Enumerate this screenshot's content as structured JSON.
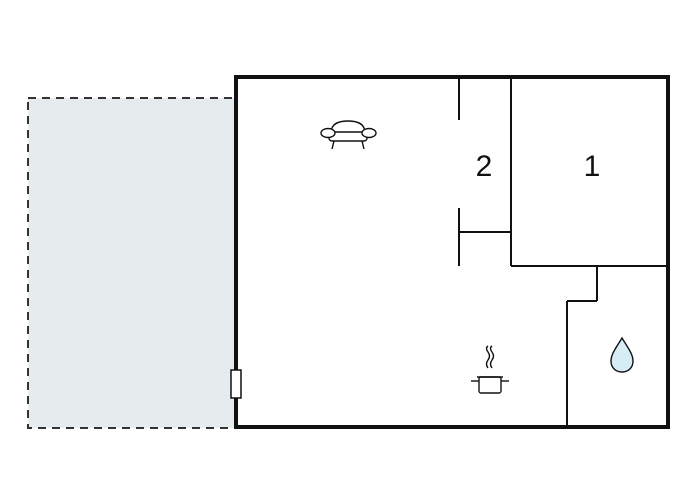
{
  "floor_plan": {
    "rooms": [
      {
        "number": "2",
        "kind": "bedroom"
      },
      {
        "number": "1",
        "kind": "bedroom"
      }
    ],
    "icons": {
      "living": "sofa-icon",
      "kitchen": "cooking-pot-icon",
      "bathroom": "water-drop-icon"
    },
    "areas": {
      "terrace": "dashed-outdoor-area"
    },
    "colors": {
      "walls": "#111111",
      "terrace_fill": "#e6eced",
      "terrace_border": "#333333",
      "bathroom_drop": "#d6edf6",
      "background": "#ffffff"
    }
  }
}
